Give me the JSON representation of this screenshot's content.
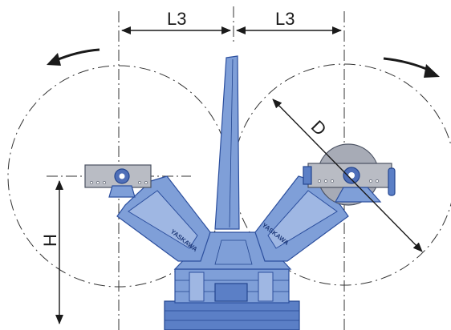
{
  "diagram": {
    "labels": {
      "left_offset": "L3",
      "right_offset": "L3",
      "diameter": "D",
      "height": "H"
    },
    "colors": {
      "machine_blue": "#7f9fd8",
      "machine_outline": "#2c4f9e",
      "plate_gray": "#b9bcc4",
      "line_color": "#1a1a1a"
    },
    "arrows": {
      "left_rotation": "counter-clockwise-arrow",
      "right_rotation": "clockwise-arrow"
    }
  }
}
